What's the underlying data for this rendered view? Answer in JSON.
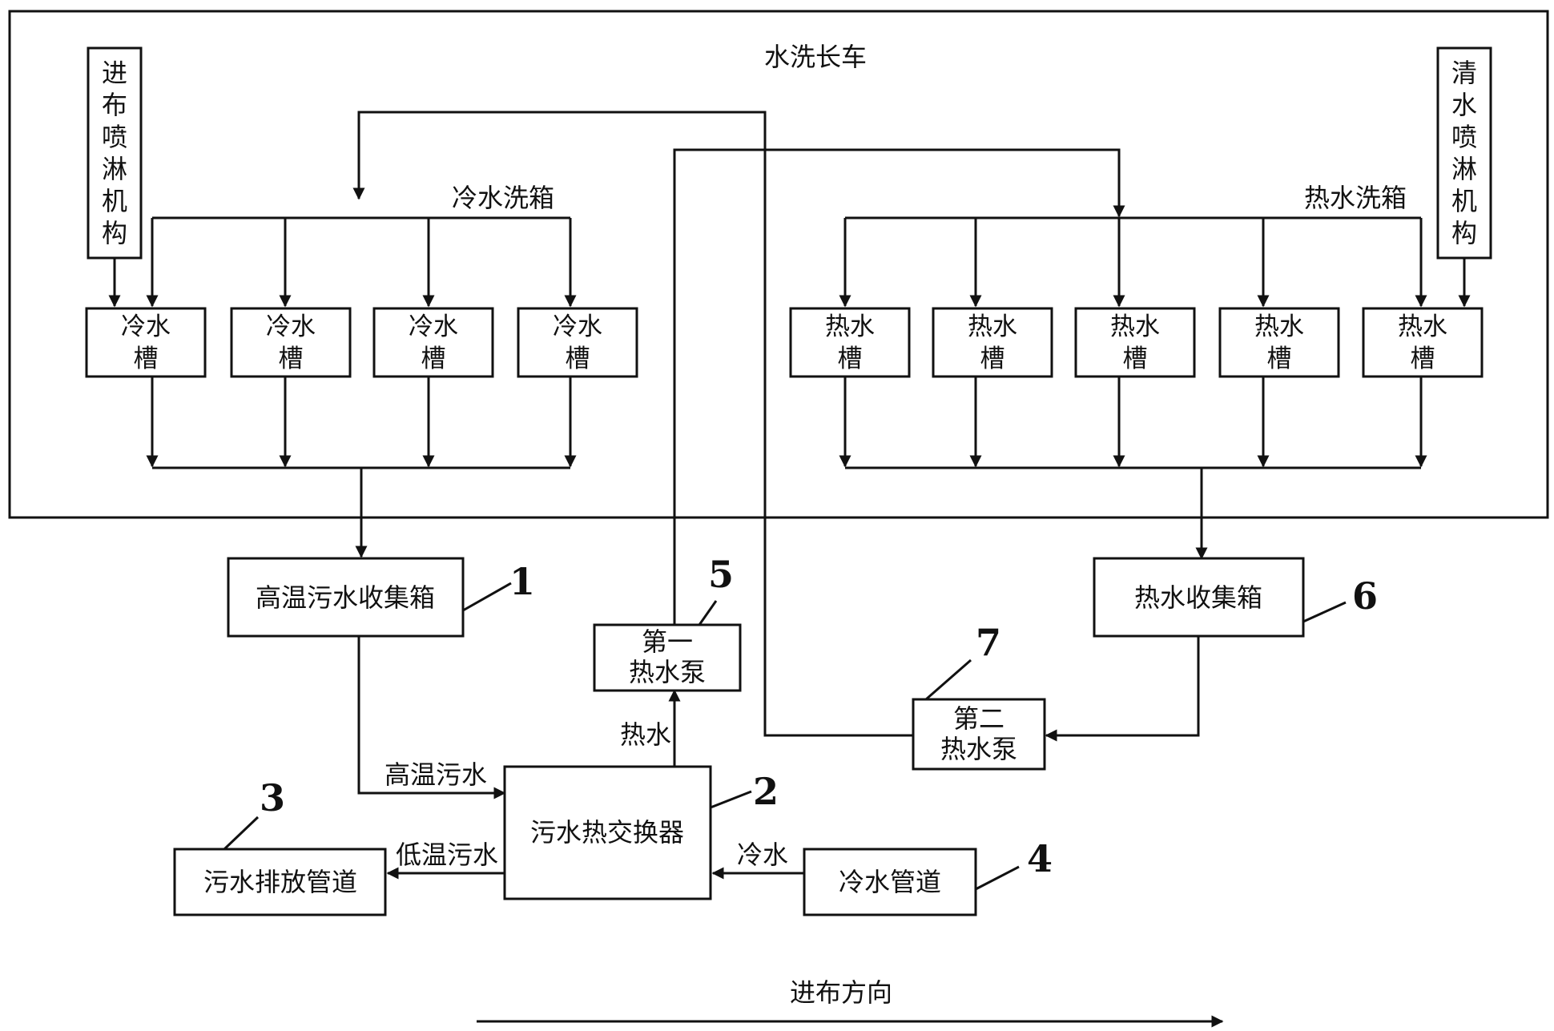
{
  "washer": {
    "title": "水洗长车",
    "inlet_spray": "进布喷淋机构",
    "outlet_spray": "清水喷淋机构",
    "cold_group_label": "冷水洗箱",
    "hot_group_label": "热水洗箱",
    "cold_tanks": [
      {
        "line1": "冷水",
        "line2": "槽"
      },
      {
        "line1": "冷水",
        "line2": "槽"
      },
      {
        "line1": "冷水",
        "line2": "槽"
      },
      {
        "line1": "冷水",
        "line2": "槽"
      }
    ],
    "hot_tanks": [
      {
        "line1": "热水",
        "line2": "槽"
      },
      {
        "line1": "热水",
        "line2": "槽"
      },
      {
        "line1": "热水",
        "line2": "槽"
      },
      {
        "line1": "热水",
        "line2": "槽"
      },
      {
        "line1": "热水",
        "line2": "槽"
      }
    ]
  },
  "components": {
    "sewage_collector": {
      "label": "高温污水收集箱",
      "number": "1"
    },
    "heat_exchanger": {
      "label": "污水热交换器",
      "number": "2"
    },
    "discharge_pipe": {
      "label": "污水排放管道",
      "number": "3"
    },
    "cold_pipe": {
      "label": "冷水管道",
      "number": "4"
    },
    "pump1": {
      "line1": "第一",
      "line2": "热水泵",
      "number": "5"
    },
    "hot_collector": {
      "label": "热水收集箱",
      "number": "6"
    },
    "pump2": {
      "line1": "第二",
      "line2": "热水泵",
      "number": "7"
    }
  },
  "flows": {
    "high_temp_sewage": "高温污水",
    "low_temp_sewage": "低温污水",
    "hot_water": "热水",
    "cold_water": "冷水"
  },
  "direction_label": "进布方向"
}
